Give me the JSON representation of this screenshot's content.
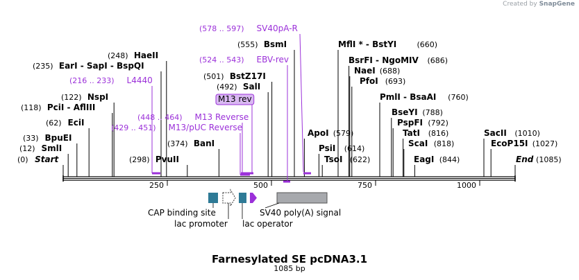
{
  "credit": {
    "prefix": "Created by",
    "brand": "SnapGene"
  },
  "title": "Farnesylated SE pcDNA3.1",
  "subtitle": "1085 bp",
  "ruler": {
    "length": 1085,
    "ticks": [
      "250",
      "500",
      "750",
      "1000"
    ]
  },
  "sites": [
    {
      "name": "Start",
      "pos": "(0)",
      "italic": true
    },
    {
      "name": "SmlI",
      "pos": "(12)"
    },
    {
      "name": "BpuEI",
      "pos": "(33)"
    },
    {
      "name": "EciI",
      "pos": "(62)"
    },
    {
      "name": "PciI - AflIII",
      "pos": "(118)"
    },
    {
      "name": "NspI",
      "pos": "(122)"
    },
    {
      "name": "EarI - SapI - BspQI",
      "pos": "(235)"
    },
    {
      "name": "HaeII",
      "pos": "(248)"
    },
    {
      "name": "PvuII",
      "pos": "(298)"
    },
    {
      "name": "BanI",
      "pos": "(374)"
    },
    {
      "name": "SalI",
      "pos": "(492)"
    },
    {
      "name": "BstZ17I",
      "pos": "(501)"
    },
    {
      "name": "BsmI",
      "pos": "(555)"
    },
    {
      "name": "ApoI",
      "pos": "(579)"
    },
    {
      "name": "PsiI",
      "pos": "(614)"
    },
    {
      "name": "TsoI",
      "pos": "(622)"
    },
    {
      "name": "MflI * - BstYI",
      "pos": "(660)"
    },
    {
      "name": "BsrFI - NgoMIV",
      "pos": "(686)"
    },
    {
      "name": "NaeI",
      "pos": "(688)"
    },
    {
      "name": "PfoI",
      "pos": "(693)"
    },
    {
      "name": "PmlI - BsaAI",
      "pos": "(760)"
    },
    {
      "name": "BseYI",
      "pos": "(788)"
    },
    {
      "name": "PspFI",
      "pos": "(792)"
    },
    {
      "name": "TatI",
      "pos": "(816)"
    },
    {
      "name": "ScaI",
      "pos": "(818)"
    },
    {
      "name": "EagI",
      "pos": "(844)"
    },
    {
      "name": "SacII",
      "pos": "(1010)"
    },
    {
      "name": "EcoP15I",
      "pos": "(1027)"
    },
    {
      "name": "End",
      "pos": "(1085)",
      "italic": true
    }
  ],
  "primers": [
    {
      "label": "L4440",
      "range": "(216 .. 233)"
    },
    {
      "label": "M13 rev",
      "boxed": true
    },
    {
      "label": "M13 Reverse",
      "range": "(448 .. 464)"
    },
    {
      "label": "M13/pUC Reverse",
      "range": "(429 .. 451)"
    },
    {
      "label": "SV40pA-R",
      "range": "(578 .. 597)"
    },
    {
      "label": "EBV-rev",
      "range": "(524 .. 543)"
    }
  ],
  "features": [
    {
      "label": "CAP binding site",
      "color": "#2e7a96"
    },
    {
      "label": "lac promoter",
      "color": "#ffffff"
    },
    {
      "label": "lac operator",
      "color": "#2e7a96"
    },
    {
      "label": "SV40 poly(A) signal",
      "color": "#a7a9ad"
    }
  ],
  "colors": {
    "primer": "#9b30d9",
    "primer_box": "#d9b8f2",
    "feature_teal": "#2e7a96",
    "feature_gray": "#a7a9ad",
    "backbone": "#000000"
  }
}
